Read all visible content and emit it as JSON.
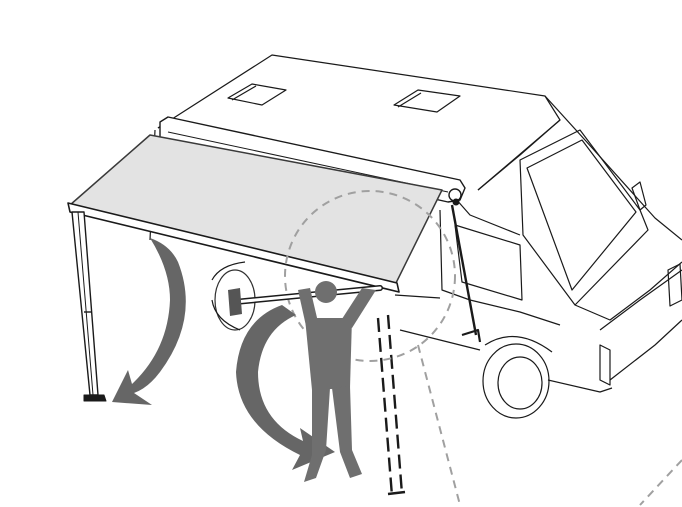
{
  "figure": {
    "texts": [],
    "colors": {
      "line": "#1a1a1a",
      "fabric": "#e3e3e3",
      "fabric_edge": "#3a3a3a",
      "arrow": "#666666",
      "person": "#6f6f6f",
      "dash_circle": "#a0a0a0",
      "background": "#ffffff"
    },
    "parts": {
      "vehicle": "camper-van-outline",
      "awning": "roll-out-awning",
      "person": "person-cranking-awning",
      "arrows": [
        "rotate-leg-arrow-left",
        "rotate-leg-arrow-right"
      ],
      "detail": "dashed-detail-circle"
    }
  }
}
